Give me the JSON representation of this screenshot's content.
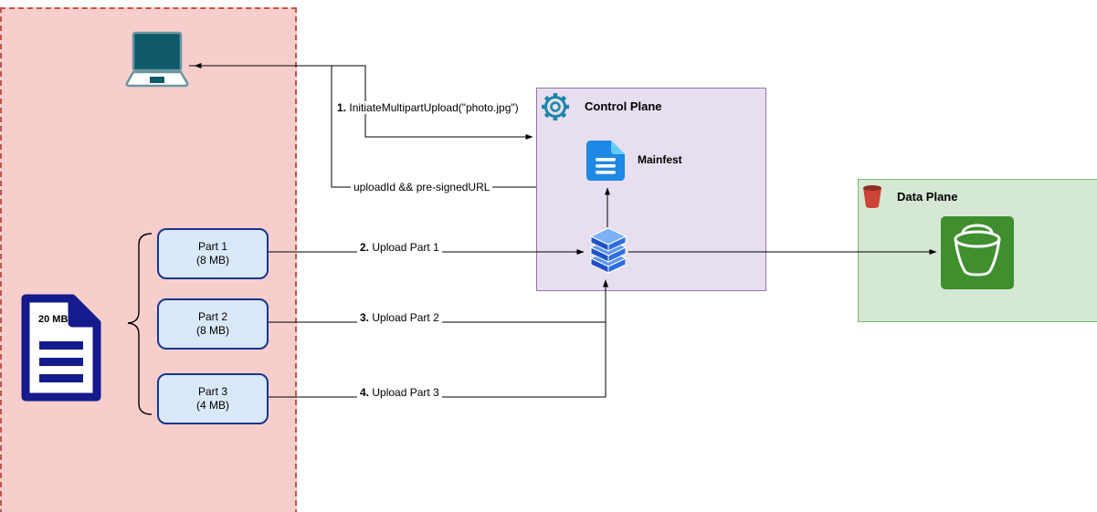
{
  "client_zone": {
    "file": {
      "size_label": "20 MB"
    },
    "parts": [
      {
        "name": "Part 1",
        "size": "(8 MB)"
      },
      {
        "name": "Part 2",
        "size": "(8 MB)"
      },
      {
        "name": "Part 3",
        "size": "(4 MB)"
      }
    ]
  },
  "control_plane": {
    "title": "Control Plane",
    "manifest_label": "Mainfest"
  },
  "data_plane": {
    "title": "Data Plane"
  },
  "flows": {
    "initiate": {
      "number": "1.",
      "text": "InitiateMultipartUpload(\"photo.jpg\")"
    },
    "response": {
      "text": "uploadId && pre-signedURL"
    },
    "upload_part_1": {
      "number": "2.",
      "text": "Upload Part 1"
    },
    "upload_part_2": {
      "number": "3.",
      "text": "Upload Part 2"
    },
    "upload_part_3": {
      "number": "4.",
      "text": "Upload Part 3"
    }
  },
  "icons": {
    "laptop": "laptop-icon",
    "file": "document-file-icon",
    "gear": "gear-icon",
    "manifest": "manifest-document-icon",
    "stack": "layers-stack-icon",
    "bucket": "storage-bucket-icon",
    "s3": "s3-red-bucket-icon"
  },
  "colors": {
    "client_zone_fill": "#f8cecc",
    "client_zone_border": "#c4544c",
    "part_fill": "#dae8fc",
    "part_border": "#16358f",
    "control_plane_fill": "#e7def0",
    "control_plane_border": "#9673a6",
    "data_plane_fill": "#d5e8d4",
    "data_plane_border": "#82b366",
    "document_navy": "#141b8d",
    "manifest_blue": "#1e88e5",
    "manifest_corner_cyan": "#63cdf6",
    "stack_blue": "#2e6fe0",
    "bucket_green": "#3f8f2f",
    "s3_red": "#cb4437",
    "laptop_screen_teal": "#0e5a6b",
    "laptop_outline": "#6b95a1",
    "gear_blue": "#1d87a8",
    "line_color": "#000000"
  }
}
